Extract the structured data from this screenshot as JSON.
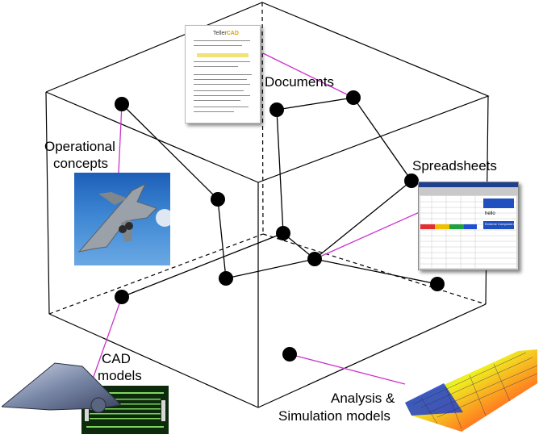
{
  "labels": {
    "documents": "Documents",
    "operational": "Operational",
    "concepts": "concepts",
    "spreadsheets": "Spreadsheets",
    "cad": "CAD",
    "models": "models",
    "analysis": "Analysis &",
    "simulation": "Simulation models"
  },
  "document_preview": {
    "logo_prefix": "Teller",
    "logo_suffix": "CAD"
  },
  "spreadsheet_preview": {
    "cell_text": "hello",
    "banner_text": "Extreme Components"
  },
  "colors": {
    "cube_edge": "#000000",
    "connector": "#cc33cc",
    "node": "#000000"
  }
}
